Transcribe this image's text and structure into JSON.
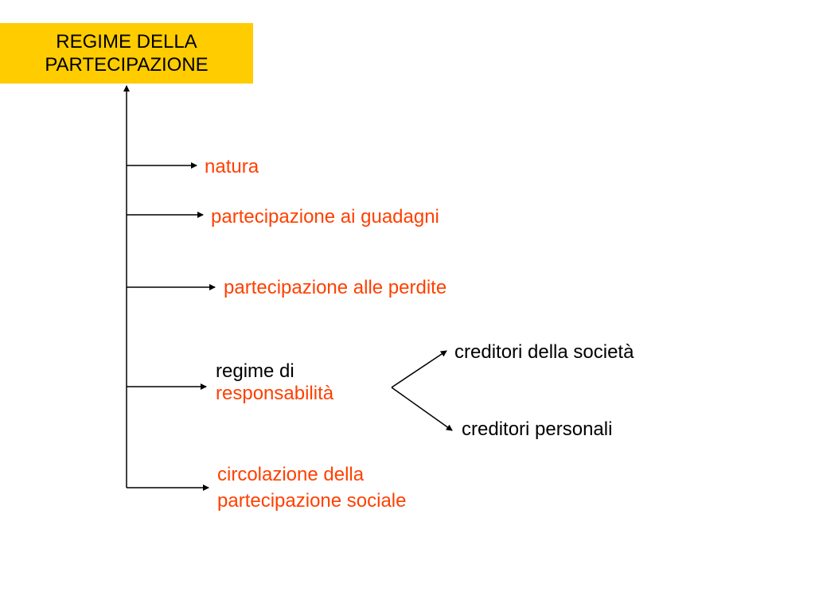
{
  "title": {
    "line1": "REGIME DELLA",
    "line2": "PARTECIPAZIONE"
  },
  "colors": {
    "title_background": "#ffcc00",
    "accent_text": "#ff4000",
    "default_text": "#000000",
    "connector": "#000000"
  },
  "branches": {
    "natura": "natura",
    "guadagni": "partecipazione ai guadagni",
    "perdite": "partecipazione alle perdite",
    "responsabilita": {
      "line1": "regime di",
      "line2": "responsabilità"
    },
    "circolazione": {
      "line1": "circolazione della",
      "line2": "partecipazione sociale"
    }
  },
  "sub_branches": {
    "societa": "creditori della società",
    "personali": "creditori personali"
  }
}
